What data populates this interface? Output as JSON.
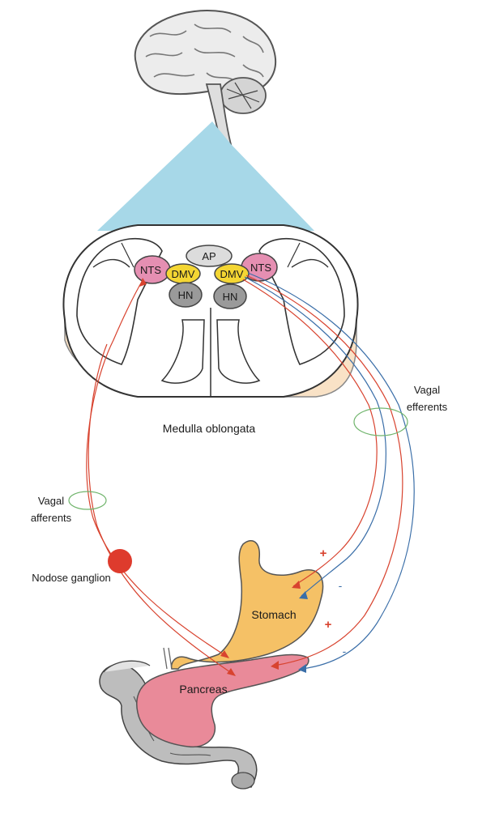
{
  "labels": {
    "ap": "AP",
    "nts_left": "NTS",
    "nts_right": "NTS",
    "dmv_left": "DMV",
    "dmv_right": "DMV",
    "hn_left": "HN",
    "hn_right": "HN",
    "medulla": "Medulla oblongata",
    "vagal_efferents_line1": "Vagal",
    "vagal_efferents_line2": "efferents",
    "vagal_afferents_line1": "Vagal",
    "vagal_afferents_line2": "afferents",
    "nodose": "Nodose ganglion",
    "stomach": "Stomach",
    "pancreas": "Pancreas"
  },
  "signs": {
    "stomach_plus": "+",
    "stomach_minus": "-",
    "pancreas_plus": "+",
    "pancreas_minus": "-"
  },
  "colors": {
    "excitatory": "#d8432f",
    "inhibitory": "#3a6ea8",
    "nts": "#e58fb2",
    "dmv": "#f4d633",
    "hn": "#9a9a9a",
    "ap": "#dcdcdc",
    "medulla": "#f9e2c6",
    "zoom_cone": "#a7d8e8",
    "stomach": "#f5c166",
    "pancreas": "#e98a99",
    "ellipse": "#6fb46b",
    "ganglion": "#de3b2d"
  }
}
